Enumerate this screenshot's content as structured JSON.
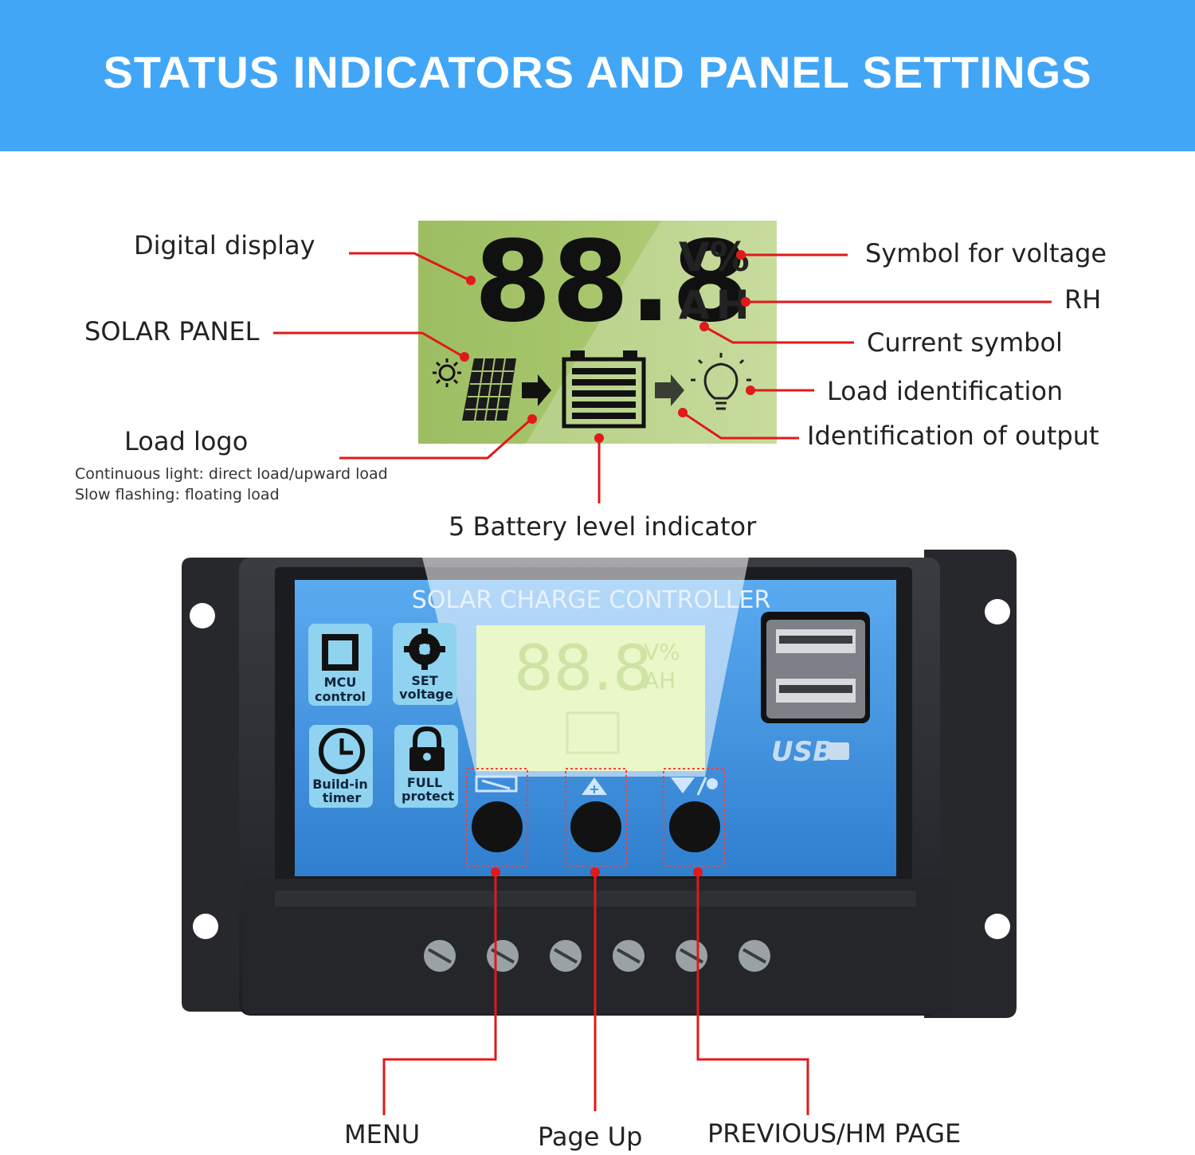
{
  "header": {
    "title": "STATUS INDICATORS AND PANEL SETTINGS"
  },
  "lcd": {
    "digits": "88.8",
    "volt_symbol": "V%",
    "amp_symbol": "AH"
  },
  "callouts": {
    "digital_display": "Digital display",
    "solar_panel": "SOLAR PANEL",
    "load_logo": "Load logo",
    "load_logo_note_1": "Continuous light: direct load/upward load",
    "load_logo_note_2": "Slow flashing: floating load",
    "symbol_voltage": "Symbol for voltage",
    "rh": "RH",
    "current_symbol": "Current symbol",
    "load_identification": "Load identification",
    "identification_output": "Identification of output",
    "battery_level": "5 Battery level indicator"
  },
  "controller": {
    "title": "SOLAR CHARGE CONTROLLER",
    "usb_label": "USB",
    "features": [
      {
        "line1": "MCU",
        "line2": "control",
        "icon": "chip-icon"
      },
      {
        "line1": "SET",
        "line2": "voltage",
        "icon": "gear-icon"
      },
      {
        "line1": "Build-in",
        "line2": "timer",
        "icon": "clock-icon"
      },
      {
        "line1": "FULL",
        "line2": "protect",
        "icon": "lock-icon"
      }
    ]
  },
  "buttons": {
    "menu": "MENU",
    "page_up": "Page Up",
    "previous": "PREVIOUS/HM PAGE"
  },
  "colors": {
    "banner": "#42a6f7",
    "callout_line": "#e0191b",
    "lcd_green": "#a5c46a",
    "panel_blue": "#3d8fd8",
    "housing": "#2b2d31"
  }
}
